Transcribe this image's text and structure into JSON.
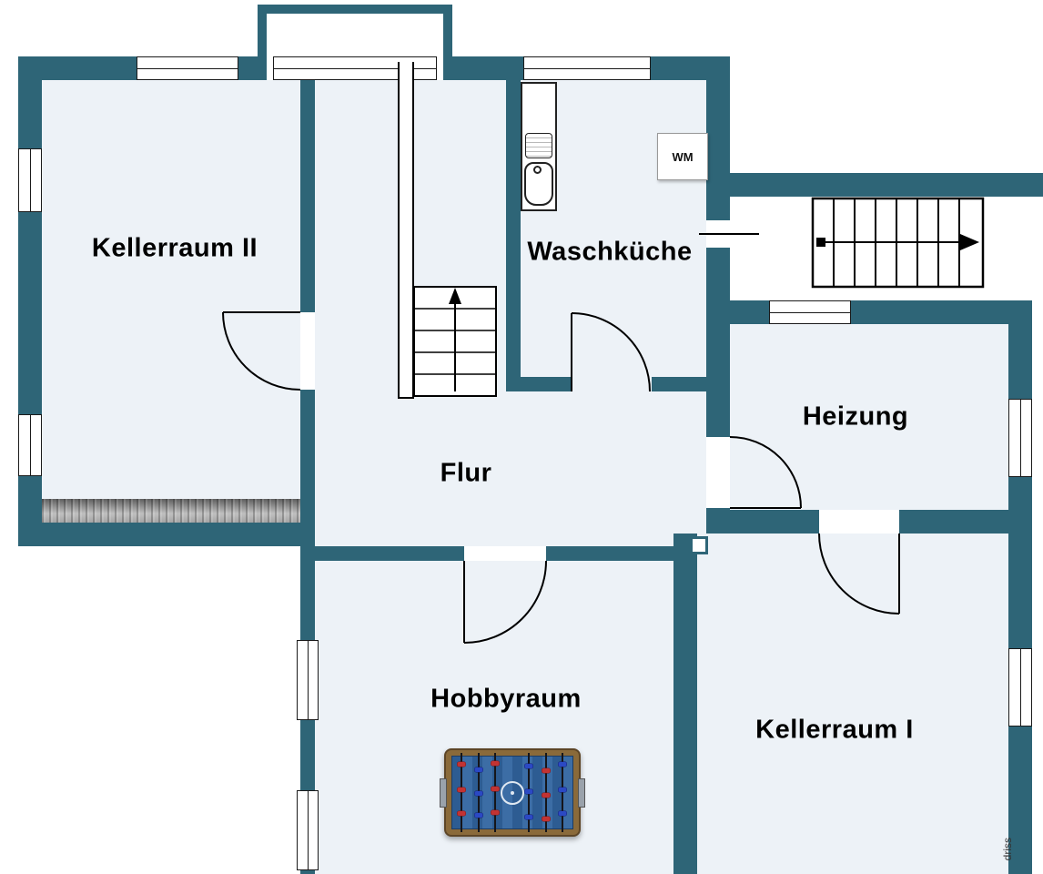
{
  "plan": {
    "rooms": [
      {
        "id": "kellerraum2",
        "label": "Kellerraum II"
      },
      {
        "id": "waschkueche",
        "label": "Waschküche"
      },
      {
        "id": "heizung",
        "label": "Heizung"
      },
      {
        "id": "flur",
        "label": "Flur"
      },
      {
        "id": "hobbyraum",
        "label": "Hobbyraum"
      },
      {
        "id": "kellerraum1",
        "label": "Kellerraum I"
      }
    ],
    "appliances": {
      "washing_machine": "WM"
    },
    "watermark": "driss",
    "colors": {
      "wall": "#2e6577",
      "floor": "#edf2f7",
      "player_red": "#c23333",
      "player_blue": "#2b49c4"
    }
  }
}
